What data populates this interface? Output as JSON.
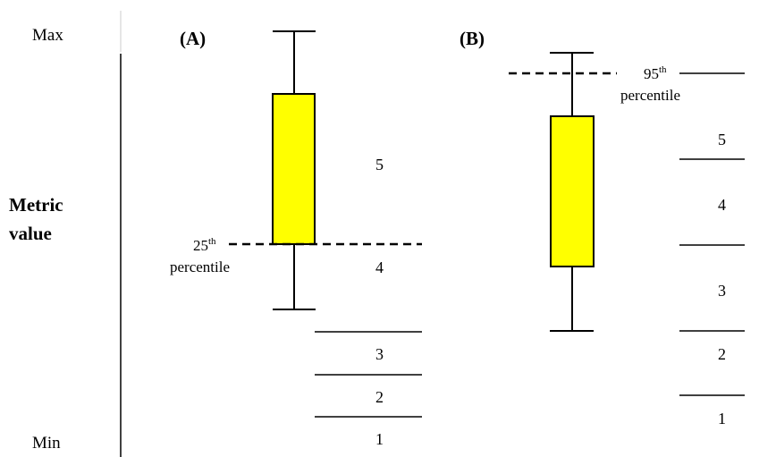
{
  "axis": {
    "max_label": "Max",
    "min_label": "Min",
    "title_line1": "Metric",
    "title_line2": "value"
  },
  "panel_a": {
    "label": "(A)",
    "annotation_value": "25",
    "annotation_sup": "th",
    "annotation_word": "percentile",
    "scores": [
      "5",
      "4",
      "3",
      "2",
      "1"
    ]
  },
  "panel_b": {
    "label": "(B)",
    "annotation_value": "95",
    "annotation_sup": "th",
    "annotation_word": "percentile",
    "scores": [
      "5",
      "4",
      "3",
      "2",
      "1"
    ]
  },
  "colors": {
    "box_fill": "#ffff00",
    "stroke": "#000000"
  }
}
